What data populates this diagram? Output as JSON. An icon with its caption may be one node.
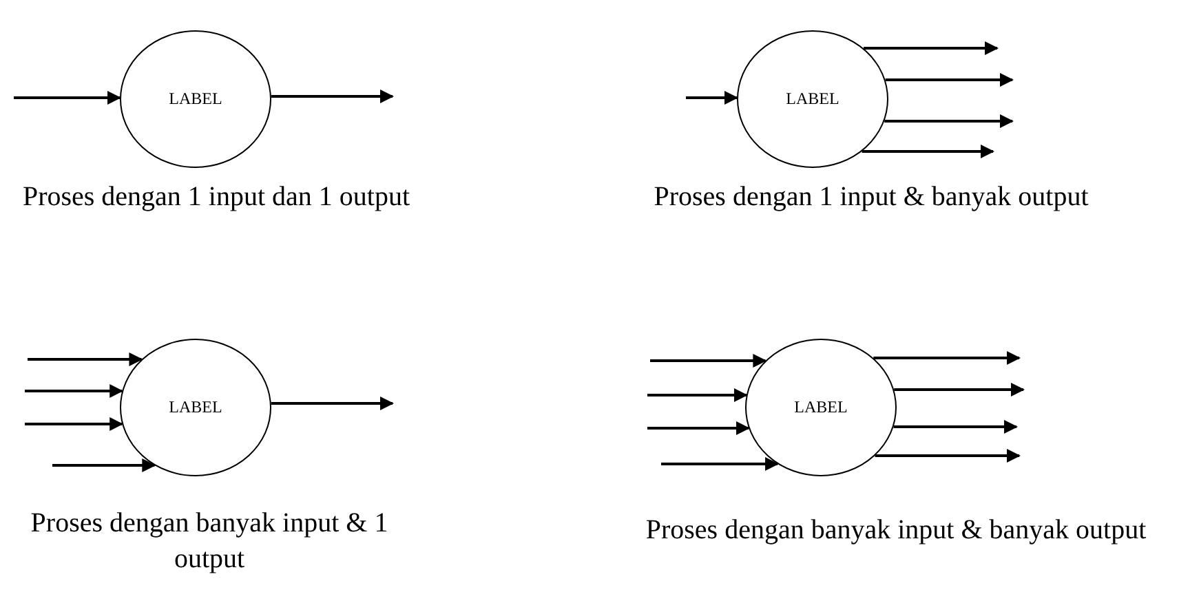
{
  "diagram": {
    "nodes": [
      {
        "text": [
          "LABEL"
        ],
        "beside": [
          "Proses dengan 1 input dan 1 output"
        ]
      },
      {
        "text": [
          "LABEL"
        ],
        "beside": [
          "Proses dengan 1 input & banyak output"
        ]
      },
      {
        "text": [
          "LABEL"
        ],
        "beside": [
          "Proses dengan banyak input & 1 output"
        ]
      },
      {
        "text": [
          "LABEL"
        ],
        "beside": [
          "Proses dengan banyak input & banyak output"
        ]
      }
    ],
    "edges": [
      {
        "from": null,
        "to": 0,
        "arrow": "to"
      },
      {
        "from": 0,
        "to": null,
        "arrow": "to"
      },
      {
        "from": null,
        "to": 1,
        "arrow": "to"
      },
      {
        "from": 1,
        "to": null,
        "arrow": "to"
      },
      {
        "from": 1,
        "to": null,
        "arrow": "to"
      },
      {
        "from": 1,
        "to": null,
        "arrow": "to"
      },
      {
        "from": 1,
        "to": null,
        "arrow": "to"
      },
      {
        "from": null,
        "to": 2,
        "arrow": "to"
      },
      {
        "from": null,
        "to": 2,
        "arrow": "to"
      },
      {
        "from": null,
        "to": 2,
        "arrow": "to"
      },
      {
        "from": null,
        "to": 2,
        "arrow": "to"
      },
      {
        "from": 2,
        "to": null,
        "arrow": "to"
      },
      {
        "from": null,
        "to": 3,
        "arrow": "to"
      },
      {
        "from": null,
        "to": 3,
        "arrow": "to"
      },
      {
        "from": null,
        "to": 3,
        "arrow": "to"
      },
      {
        "from": null,
        "to": 3,
        "arrow": "to"
      },
      {
        "from": 3,
        "to": null,
        "arrow": "to"
      },
      {
        "from": 3,
        "to": null,
        "arrow": "to"
      },
      {
        "from": 3,
        "to": null,
        "arrow": "to"
      },
      {
        "from": 3,
        "to": null,
        "arrow": "to"
      }
    ]
  }
}
